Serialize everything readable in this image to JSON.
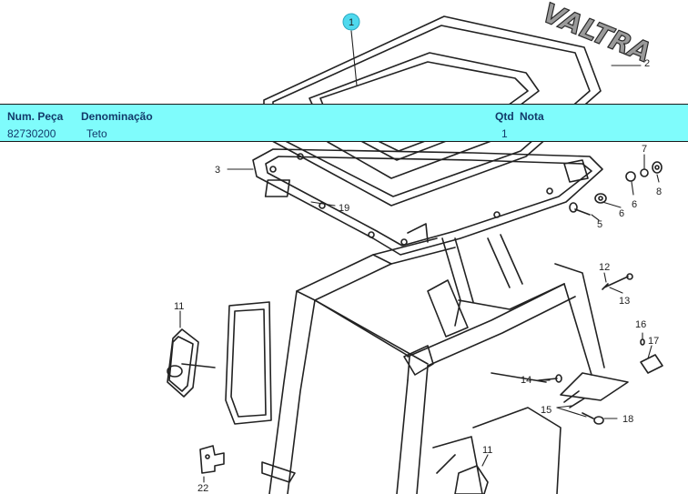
{
  "logo": {
    "brand": "VALTRA"
  },
  "callouts": {
    "c1": "1",
    "c2": "2",
    "c3": "3",
    "c5": "5",
    "c6a": "6",
    "c6b": "6",
    "c7": "7",
    "c8": "8",
    "c11a": "11",
    "c11b": "11",
    "c12": "12",
    "c13": "13",
    "c14": "14",
    "c15": "15",
    "c16": "16",
    "c17": "17",
    "c18": "18",
    "c19": "19",
    "c22": "22"
  },
  "parts_table": {
    "headers": {
      "part_number": "Num. Peça",
      "description": "Denominação",
      "quantity": "Qtd",
      "note": "Nota"
    },
    "rows": [
      {
        "part_number": "82730200",
        "description": "Teto",
        "quantity": "1",
        "note": ""
      }
    ]
  },
  "colors": {
    "highlight": "#7ffcfc",
    "selected_callout": "#4fd9ee",
    "line": "#222222"
  }
}
